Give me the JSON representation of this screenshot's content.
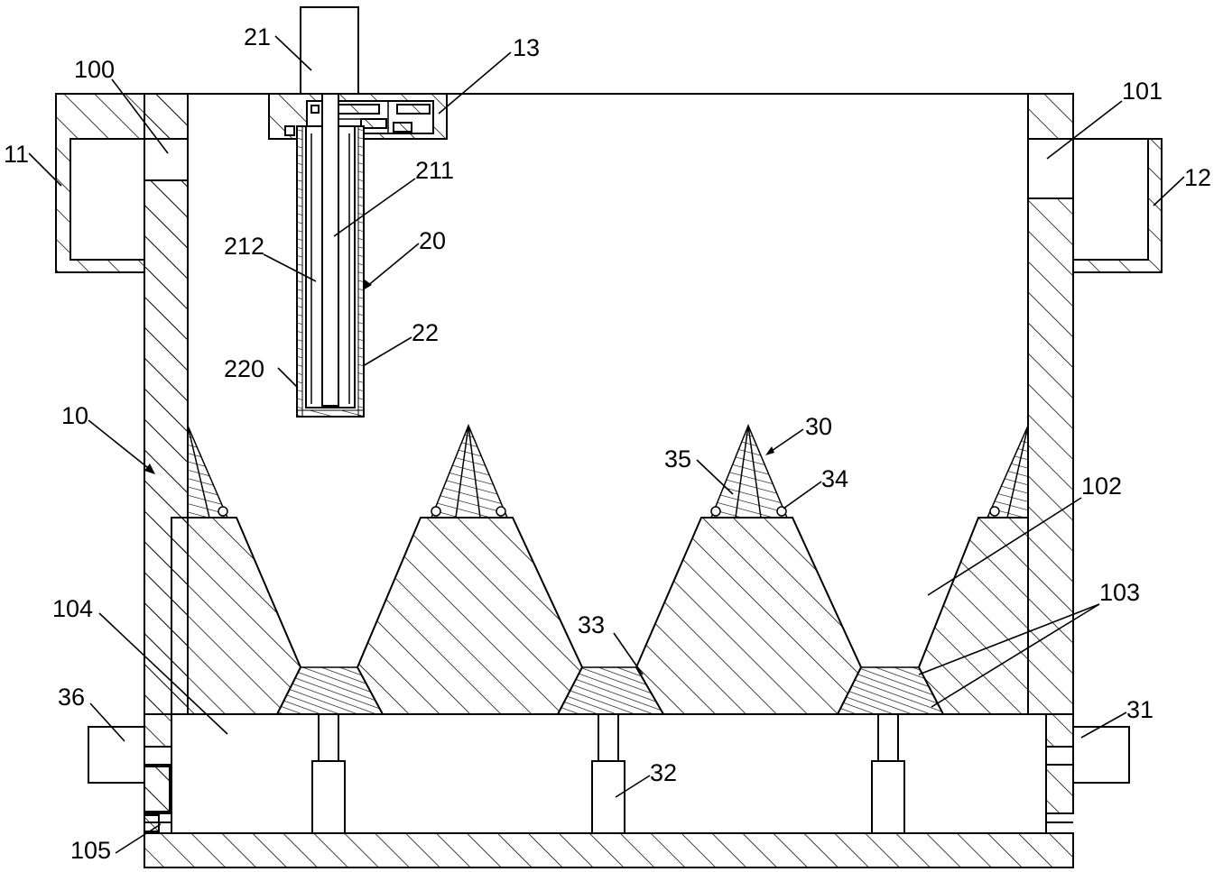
{
  "labels": {
    "l21": "21",
    "l13": "13",
    "l100": "100",
    "l101": "101",
    "l11": "11",
    "l12": "12",
    "l211": "211",
    "l212": "212",
    "l20": "20",
    "l22": "22",
    "l220": "220",
    "l10": "10",
    "l30": "30",
    "l35": "35",
    "l34": "34",
    "l102": "102",
    "l103": "103",
    "l104": "104",
    "l33": "33",
    "l36": "36",
    "l31": "31",
    "l32": "32",
    "l105": "105"
  }
}
